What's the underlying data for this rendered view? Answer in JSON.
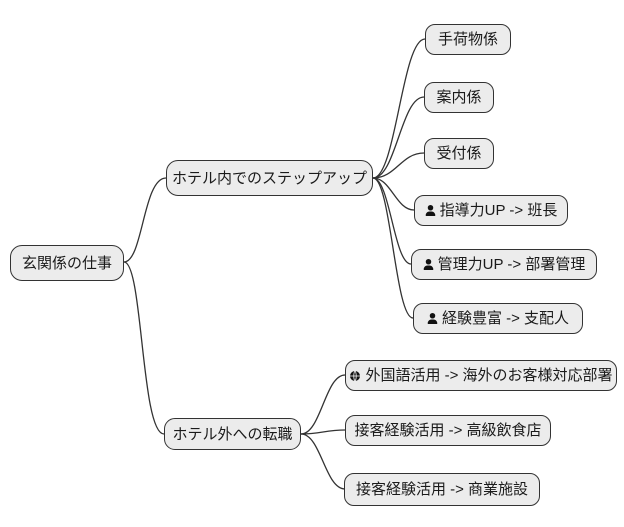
{
  "diagram": {
    "type": "mindmap",
    "colors": {
      "node_fill": "#ececec",
      "node_border": "#333333",
      "edge_color": "#333333",
      "text_color": "#1a1a1a",
      "background": "#ffffff"
    },
    "root": {
      "label": "玄関係の仕事"
    },
    "branches": [
      {
        "label": "ホテル内でのステップアップ",
        "children": [
          {
            "label": "手荷物係",
            "icon": ""
          },
          {
            "label": "案内係",
            "icon": ""
          },
          {
            "label": "受付係",
            "icon": ""
          },
          {
            "label": "指導力UP -> 班長",
            "icon": "person-icon"
          },
          {
            "label": "管理力UP -> 部署管理",
            "icon": "person-icon"
          },
          {
            "label": "経験豊富 -> 支配人",
            "icon": "person-icon"
          }
        ]
      },
      {
        "label": "ホテル外への転職",
        "children": [
          {
            "label": "外国語活用 -> 海外のお客様対応部署",
            "icon": "globe-icon"
          },
          {
            "label": "接客経験活用 -> 高級飲食店",
            "icon": ""
          },
          {
            "label": "接客経験活用 -> 商業施設",
            "icon": ""
          }
        ]
      }
    ]
  }
}
